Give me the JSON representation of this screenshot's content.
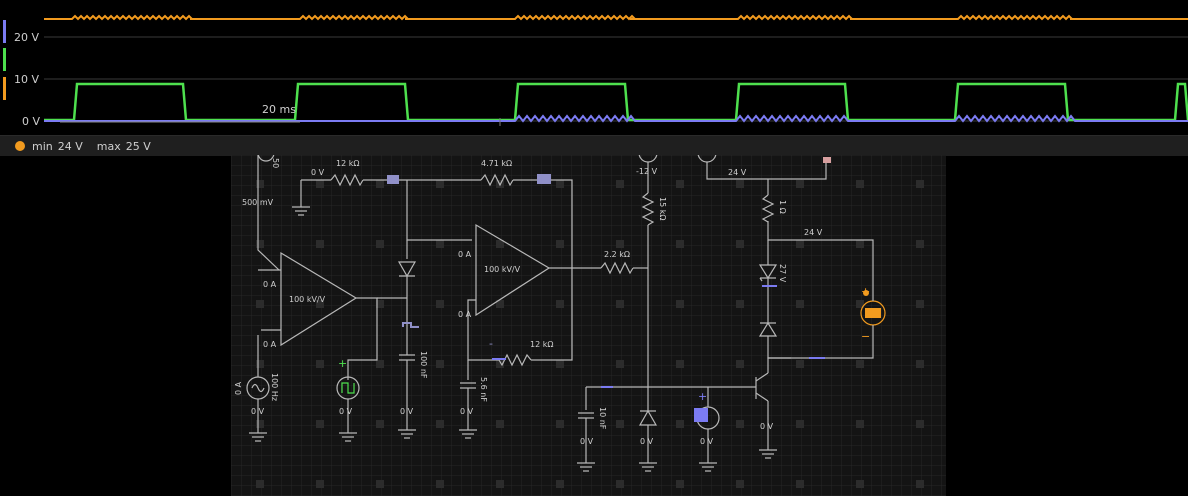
{
  "scope": {
    "axis_labels": [
      "20 V",
      "10 V",
      "0 V"
    ],
    "time_label": "20 ms",
    "channel_colors": [
      "#7b7bf2",
      "#4ee04e",
      "#f29b1f"
    ]
  },
  "scope_status": {
    "min_label": "min",
    "min_value": "24 V",
    "max_label": "max",
    "max_value": "25 V",
    "channel_color": "#f29b1f"
  },
  "circuit": {
    "labels": {
      "r1": "12 kΩ",
      "r2": "4.71 kΩ",
      "r3": "2.2 kΩ",
      "r4": "12 kΩ",
      "r5": "15 kΩ",
      "r6": "1 Ω",
      "zener": "27 V",
      "v_node1": "0 V",
      "v_sig": "500 mV",
      "v_neg12": "-12 V",
      "v_24a": "24 V",
      "v_24b": "24 V",
      "cur1": "0 A",
      "cur2": "0 A",
      "cur3": "0 A",
      "cur4": "0 A",
      "cur5": "0 A",
      "opamp1": "100 kV/V",
      "opamp2": "100 kV/V",
      "cap1": "100 nF",
      "cap2": "5.6 nF",
      "cap3": "10 nF",
      "src_freq": "100 Hz",
      "src_cur": "0 A",
      "src_v": "0 V",
      "sq_v": "0 V",
      "cap1_v": "0 V",
      "cap2_v": "0 V",
      "cap3_v": "0 V",
      "diode_v": "0 V",
      "meter_v": "0 V",
      "trans_v": "0 V",
      "top_50": "50"
    }
  }
}
